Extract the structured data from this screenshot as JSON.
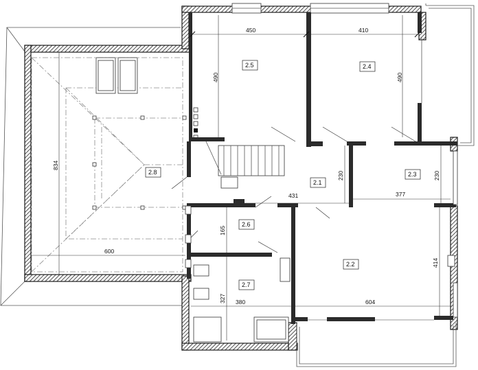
{
  "rooms": {
    "r25": "2.5",
    "r24": "2.4",
    "r28": "2.8",
    "r21": "2.1",
    "r23": "2.3",
    "r26": "2.6",
    "r22": "2.2",
    "r27": "2.7"
  },
  "dimensions": {
    "d450": "450",
    "d410": "410",
    "d490a": "490",
    "d490b": "490",
    "d834": "834",
    "d230a": "230",
    "d230b": "230",
    "d431": "431",
    "d377": "377",
    "d165": "165",
    "d600": "600",
    "d414": "414",
    "d327": "327",
    "d380": "380",
    "d604": "604"
  }
}
